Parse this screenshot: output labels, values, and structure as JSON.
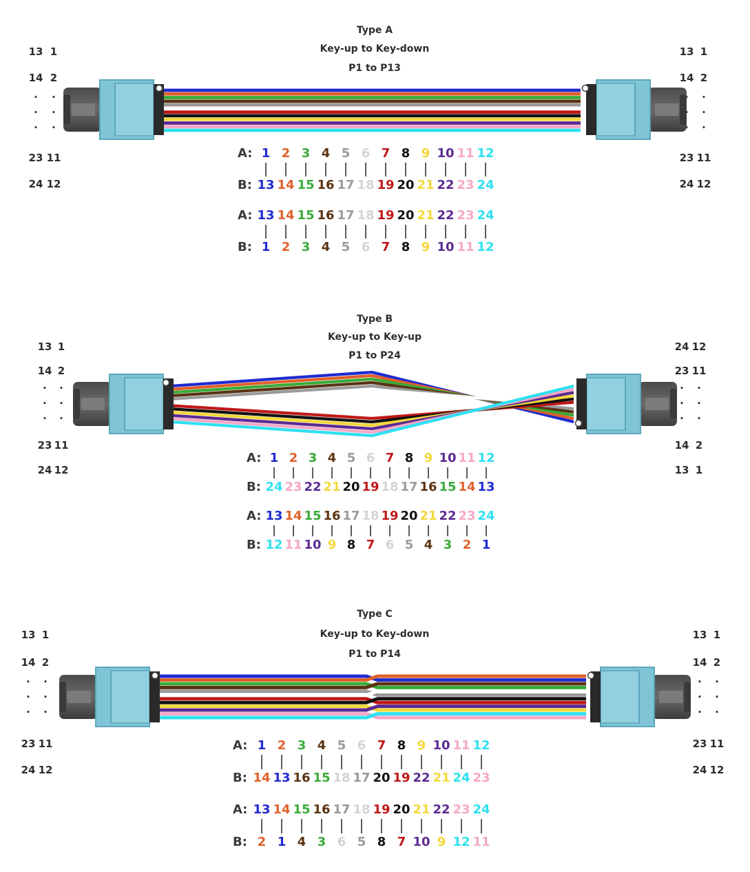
{
  "colors": {
    "1": "#1f2bd0",
    "2": "#e0602a",
    "3": "#3aaa3a",
    "4": "#5a3312",
    "5": "#9a9a9a",
    "6": "#d4d4d4",
    "7": "#c01818",
    "8": "#111111",
    "9": "#f3d83a",
    "10": "#5b2a92",
    "11": "#f5a8c8",
    "12": "#2ee0f0"
  },
  "icons": {
    "connector": "mpo-connector-icon",
    "fiber": "fiber-strand-icon"
  },
  "panels": [
    {
      "id": "type-a",
      "title": "Type A",
      "subtitle": "Key-up to Key-down",
      "mapping": "P1 to P13",
      "left_pins": [
        [
          "13",
          "1"
        ],
        [
          "14",
          "2"
        ],
        [
          "23",
          "11"
        ],
        [
          "24",
          "12"
        ]
      ],
      "right_pins": [
        [
          "13",
          "1"
        ],
        [
          "14",
          "2"
        ],
        [
          "23",
          "11"
        ],
        [
          "24",
          "12"
        ]
      ],
      "dots": [
        "·",
        "·"
      ],
      "row_label_a": "A:",
      "row_label_b": "B:",
      "rows": [
        {
          "a": [
            "1",
            "2",
            "3",
            "4",
            "5",
            "6",
            "7",
            "8",
            "9",
            "10",
            "11",
            "12"
          ],
          "b": [
            "13",
            "14",
            "15",
            "16",
            "17",
            "18",
            "19",
            "20",
            "21",
            "22",
            "23",
            "24"
          ]
        },
        {
          "a": [
            "13",
            "14",
            "15",
            "16",
            "17",
            "18",
            "19",
            "20",
            "21",
            "22",
            "23",
            "24"
          ],
          "b": [
            "1",
            "2",
            "3",
            "4",
            "5",
            "6",
            "7",
            "8",
            "9",
            "10",
            "11",
            "12"
          ]
        }
      ]
    },
    {
      "id": "type-b",
      "title": "Type B",
      "subtitle": "Key-up to Key-up",
      "mapping": "P1 to P24",
      "left_pins": [
        [
          "13",
          "1"
        ],
        [
          "14",
          "2"
        ],
        [
          "23",
          "11"
        ],
        [
          "24",
          "12"
        ]
      ],
      "right_pins": [
        [
          "24",
          "12"
        ],
        [
          "23",
          "11"
        ],
        [
          "14",
          "2"
        ],
        [
          "13",
          "1"
        ]
      ],
      "dots": [
        "·",
        "·"
      ],
      "row_label_a": "A:",
      "row_label_b": "B:",
      "rows": [
        {
          "a": [
            "1",
            "2",
            "3",
            "4",
            "5",
            "6",
            "7",
            "8",
            "9",
            "10",
            "11",
            "12"
          ],
          "b": [
            "24",
            "23",
            "22",
            "21",
            "20",
            "19",
            "18",
            "17",
            "16",
            "15",
            "14",
            "13"
          ]
        },
        {
          "a": [
            "13",
            "14",
            "15",
            "16",
            "17",
            "18",
            "19",
            "20",
            "21",
            "22",
            "23",
            "24"
          ],
          "b": [
            "12",
            "11",
            "10",
            "9",
            "8",
            "7",
            "6",
            "5",
            "4",
            "3",
            "2",
            "1"
          ]
        }
      ]
    },
    {
      "id": "type-c",
      "title": "Type C",
      "subtitle": "Key-up to Key-down",
      "mapping": "P1 to P14",
      "left_pins": [
        [
          "13",
          "1"
        ],
        [
          "14",
          "2"
        ],
        [
          "23",
          "11"
        ],
        [
          "24",
          "12"
        ]
      ],
      "right_pins": [
        [
          "13",
          "1"
        ],
        [
          "14",
          "2"
        ],
        [
          "23",
          "11"
        ],
        [
          "24",
          "12"
        ]
      ],
      "dots": [
        "·",
        "·"
      ],
      "row_label_a": "A:",
      "row_label_b": "B:",
      "rows": [
        {
          "a": [
            "1",
            "2",
            "3",
            "4",
            "5",
            "6",
            "7",
            "8",
            "9",
            "10",
            "11",
            "12"
          ],
          "b": [
            "14",
            "13",
            "16",
            "15",
            "18",
            "17",
            "20",
            "19",
            "22",
            "21",
            "24",
            "23"
          ]
        },
        {
          "a": [
            "13",
            "14",
            "15",
            "16",
            "17",
            "18",
            "19",
            "20",
            "21",
            "22",
            "23",
            "24"
          ],
          "b": [
            "2",
            "1",
            "4",
            "3",
            "6",
            "5",
            "8",
            "7",
            "10",
            "9",
            "12",
            "11"
          ]
        }
      ]
    }
  ]
}
